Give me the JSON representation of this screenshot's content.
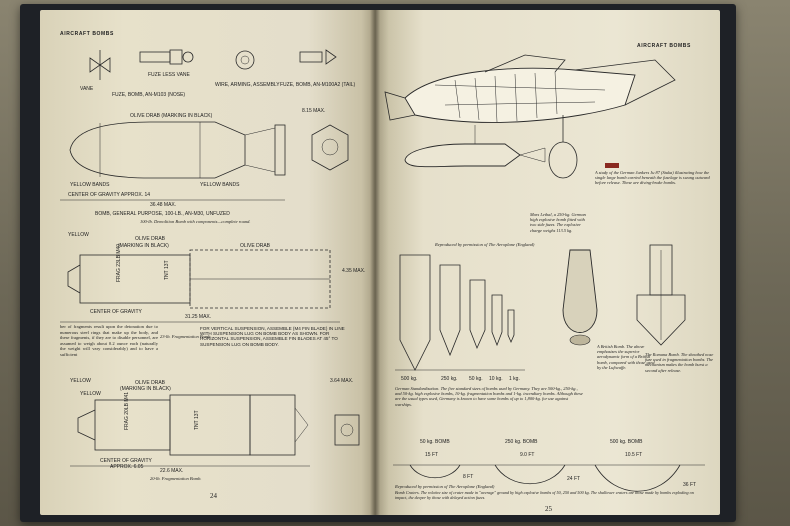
{
  "left_page": {
    "header": "AIRCRAFT BOMBS",
    "top_labels": {
      "vane": "VANE",
      "fuze_less_vane": "FUZE LESS VANE",
      "fuze_bomb": "FUZE, BOMB, AN-M103 (NOSE)",
      "wire": "WIRE, ARMING, ASSEMBLY",
      "fuze_tail": "FUZE, BOMB, AN-M100A2 (TAIL)"
    },
    "fig1": {
      "olive": "OLIVE DRAB (MARKING IN BLACK)",
      "dim_small": "8.15 MAX.",
      "yellow_l": "YELLOW BANDS",
      "yellow_r": "YELLOW BANDS",
      "cog": "CENTER OF GRAVITY APPROX. 14",
      "dim_len": "36.48 MAX.",
      "title": "BOMB, GENERAL PURPOSE, 100-LB., AN-M30, UNFUZED",
      "caption": "100-lb. Demolition Bomb with components—complete round."
    },
    "fig2": {
      "yellow": "YELLOW",
      "olive1": "OLIVE DRAB",
      "olive2": "(MARKING IN BLACK)",
      "olive3": "OLIVE DRAB",
      "body_text1": "FRAG 23LB M40",
      "body_text2": "TNT 13T",
      "cog": "CENTER OF GRAVITY",
      "dim_len": "31.25 MAX.",
      "dim_side": "4.35 MAX.",
      "note": "FOR VERTICAL SUSPENSION, ASSEMBLE (M4 FIN BLADE) IN LINE WITH SUSPENSION LUG ON BOMB BODY AS SHOWN. FOR HORIZONTAL SUSPENSION, ASSEMBLE FIN BLADES AT 45° TO SUSPENSION LUG ON BOMB BODY.",
      "caption": "23-lb. Fragmentation Bomb"
    },
    "body_text": "ber of fragments result upon the detonation due to numerous steel rings that make up the body, and these fragments, if they are to disable personnel, are assumed to weigh about 0.2 ounce each (naturally the weight will vary considerably) and to have a sufficient",
    "fig3": {
      "yellow1": "YELLOW",
      "olive": "OLIVE DRAB",
      "marking": "(MARKING IN BLACK)",
      "yellow2": "YELLOW",
      "body_text1": "FRAG 20LB M41",
      "body_text2": "TNT 13T",
      "dim_side": "3.64 MAX.",
      "cog": "CENTER OF GRAVITY",
      "approx": "APPROX. 6.05",
      "dim_len": "22.6 MAX.",
      "caption": "20-lb. Fragmentation Bomb."
    },
    "page_number": "24"
  },
  "right_page": {
    "header": "AIRCRAFT BOMBS",
    "ju87_caption": "A study of the German Junkers Ju 87 (Stuka) illustrating how the single large bomb carried beneath the fuselage is swung outward before release. These are diving-brake bombs.",
    "reproduced1": "Reproduced by permission of The Aeroplane (England)",
    "lethal_caption": "Mars Lethal, a 250-kg. German high explosive bomb fitted with two side fuzes. The explosive charge weighs 113.5 kg.",
    "sizes": [
      "500 kg.",
      "250 kg.",
      "50 kg.",
      "10 kg.",
      "1 kg."
    ],
    "std_caption": "German Standardization. The five standard sizes of bombs used by Germany. They are 500-kg., 250-kg., and 50-kg. high explosive bombs, 10-kg. fragmentation bombs and 1-kg. incendiary bombs. Although these are the usual types used, Germany is known to have some bombs of up to 1,800-kg. for use against warships.",
    "british_caption": "A British Bomb. The above emphasizes the superior aerodynamic form of a British bomb, compared with those used by the Luftwaffe.",
    "romana_caption": "The Romana Bomb. The sheathed nose fuze used in fragmentation bombs. The mechanism makes the bomb burst a second after release.",
    "craters": [
      {
        "title": "50 kg. BOMB",
        "d1": "15 FT",
        "d2": "8 FT"
      },
      {
        "title": "250 kg. BOMB",
        "d1": "9.0 FT",
        "d2": "24 FT"
      },
      {
        "title": "500 kg. BOMB",
        "d1": "10.5 FT",
        "d2": "36 FT"
      }
    ],
    "crater_caption": "Bomb Craters. The relative size of crater made in \"average\" ground by high explosive bombs of 50, 250 and 500 kg. The shallower craters are those made by bombs exploding on impact, the deeper by those with delayed action fuzes.",
    "reproduced2": "Reproduced by permission of The Aeroplane (England)",
    "page_number": "25"
  }
}
